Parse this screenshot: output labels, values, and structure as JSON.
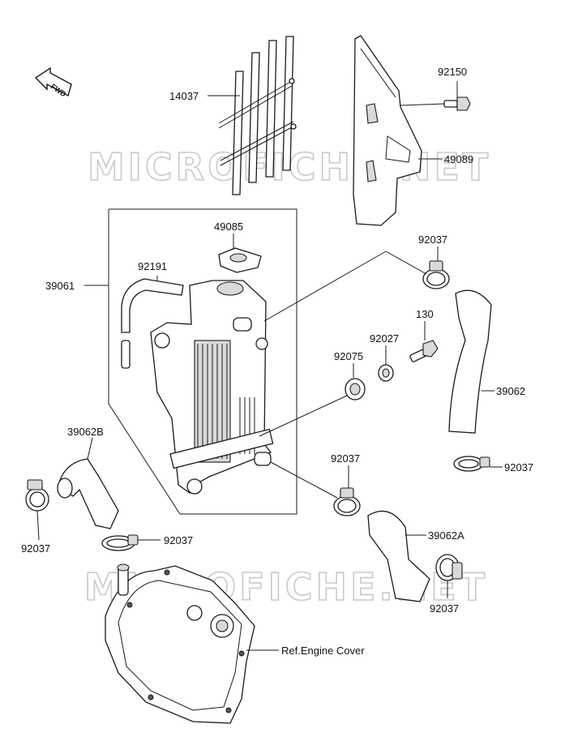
{
  "watermark": "MICROFICHE.NET",
  "fwd_label": "FWD",
  "parts": {
    "p14037": "14037",
    "p49089": "49089",
    "p92150": "92150",
    "p49085": "49085",
    "p92191": "92191",
    "p39061": "39061",
    "p92037_a": "92037",
    "p130": "130",
    "p92027": "92027",
    "p92075": "92075",
    "p39062": "39062",
    "p92037_b": "92037",
    "p39062B": "39062B",
    "p92037_c": "92037",
    "p92037_d": "92037",
    "p92037_e": "92037",
    "p39062A": "39062A",
    "p92037_f": "92037",
    "ref_engine_cover": "Ref.Engine Cover"
  },
  "colors": {
    "line": "#1a1a1a",
    "watermark": "#c9c9c9",
    "background": "#ffffff"
  }
}
